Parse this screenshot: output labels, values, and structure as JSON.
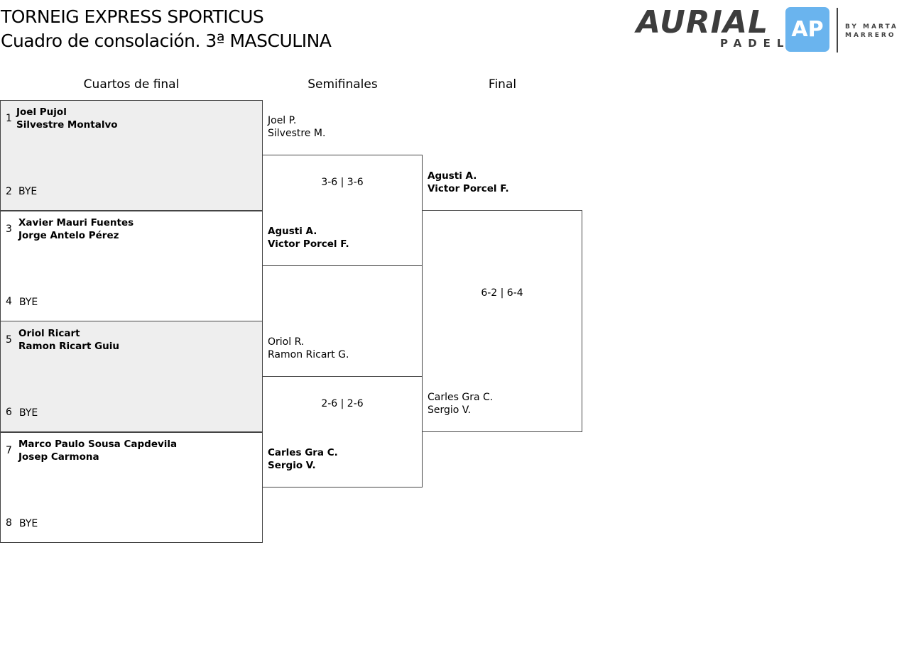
{
  "header": {
    "title1": "TORNEIG EXPRESS SPORTICUS",
    "title2": "Cuadro de consolación. 3ª MASCULINA"
  },
  "logo": {
    "brand": "AURIAL",
    "sub": "PADEL",
    "mark": "AP",
    "by": "BY MARTA",
    "name": "MARRERO",
    "accent": "#6ab4ee"
  },
  "rounds": [
    "Cuartos de final",
    "Semifinales",
    "Final"
  ],
  "quarterfinals": [
    {
      "seed_a": "1",
      "team_a": [
        "Joel Pujol",
        "Silvestre Montalvo"
      ],
      "seed_b": "2",
      "team_b": "BYE"
    },
    {
      "seed_a": "3",
      "team_a": [
        "Xavier Mauri Fuentes",
        "Jorge Antelo Pérez"
      ],
      "seed_b": "4",
      "team_b": "BYE"
    },
    {
      "seed_a": "5",
      "team_a": [
        "Oriol Ricart",
        "Ramon Ricart Guiu"
      ],
      "seed_b": "6",
      "team_b": "BYE"
    },
    {
      "seed_a": "7",
      "team_a": [
        "Marco Paulo Sousa Capdevila",
        "Josep Carmona"
      ],
      "seed_b": "8",
      "team_b": "BYE"
    }
  ],
  "semifinals": [
    {
      "team_a": [
        "Joel P.",
        "Silvestre M."
      ],
      "score": "3-6 | 3-6",
      "team_b": [
        "Agusti A.",
        "Victor Porcel F."
      ]
    },
    {
      "team_a": [
        "Oriol R.",
        "Ramon Ricart G."
      ],
      "score": "2-6 | 2-6",
      "team_b": [
        "Carles Gra C.",
        "Sergio V."
      ]
    }
  ],
  "final": {
    "team_a": [
      "Agusti A.",
      "Victor Porcel F."
    ],
    "score": "6-2 | 6-4",
    "team_b": [
      "Carles Gra C.",
      "Sergio V."
    ]
  }
}
